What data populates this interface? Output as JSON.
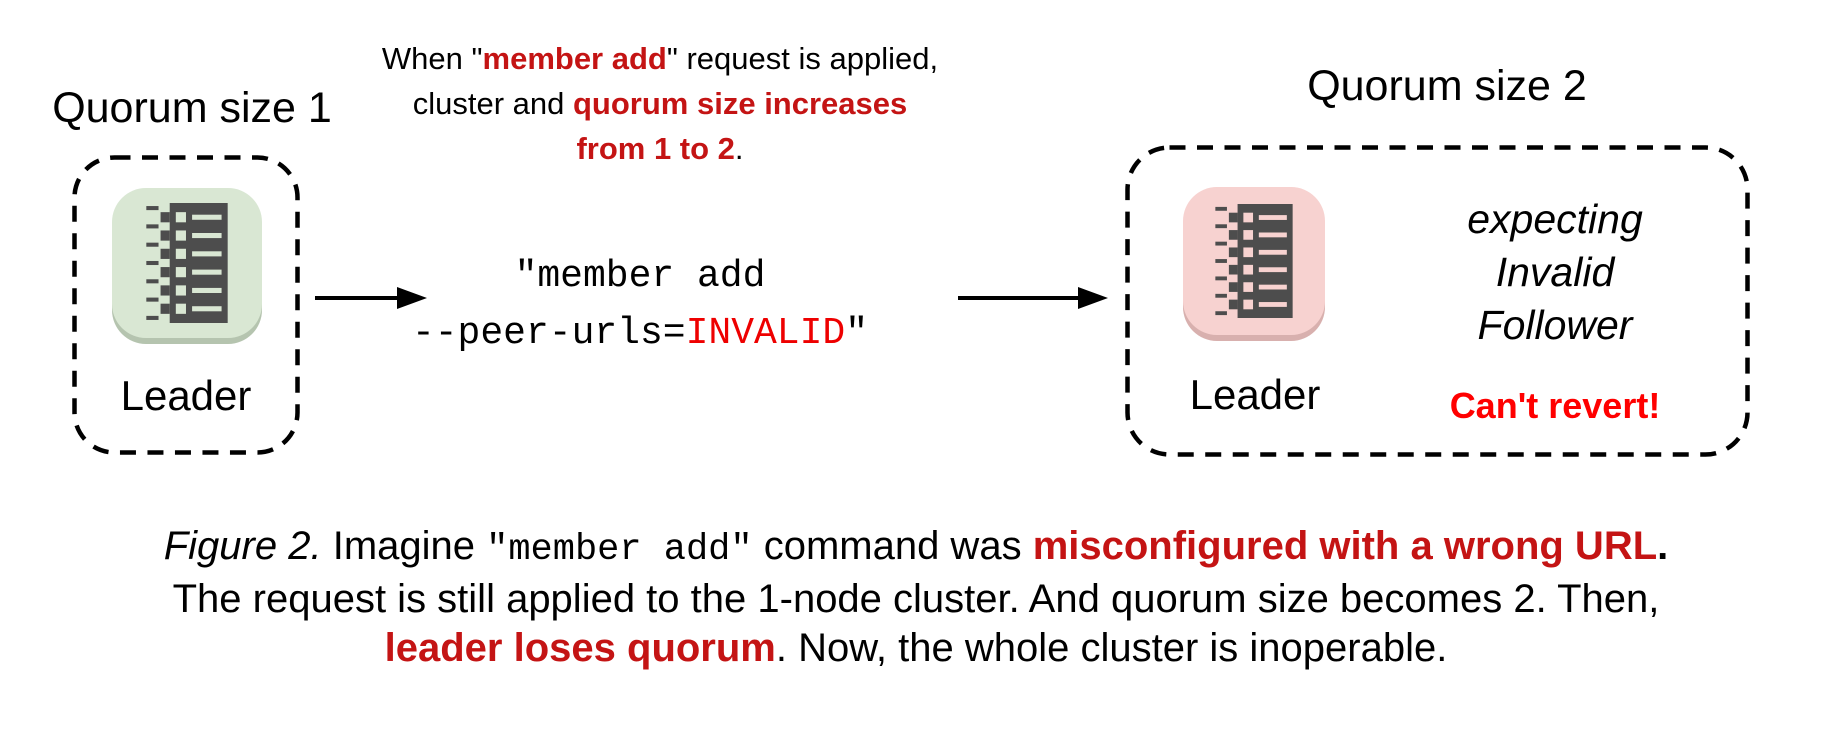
{
  "colors": {
    "red_bold": "#c41414",
    "red_invalid": "#ee0000",
    "red_warning": "#ff0000",
    "icon_dark": "#4d4d4d",
    "node_green": "#d9e7d3",
    "node_green_shadow": "#b5c4af",
    "node_pink": "#f7d2d0",
    "node_pink_shadow": "#d8b0ae"
  },
  "left_cluster": {
    "title": "Quorum size 1",
    "node_label": "Leader",
    "node_icon": "server-rack-icon"
  },
  "annotation": {
    "l1a": "When \"",
    "l1red": "member add",
    "l1b": "\" request is applied,",
    "l2a": "cluster and ",
    "l2red": "quorum size increases",
    "l3red": "from 1 to 2",
    "l3b": "."
  },
  "command": {
    "l1": "\"member add",
    "l2a": "--peer-urls=",
    "l2red": "INVALID",
    "l2b": "\""
  },
  "right_cluster": {
    "title": "Quorum size 2",
    "node_label": "Leader",
    "node_icon": "server-rack-icon",
    "expecting_line1": "expecting",
    "expecting_line2": "Invalid",
    "expecting_line3": "Follower",
    "warning": "Can't revert!"
  },
  "caption": {
    "fig": "Figure 2.",
    "l1a": " Imagine ",
    "l1mono": "\"member add\"",
    "l1b": " command was ",
    "l1red": "misconfigured with a wrong URL",
    "l1c": ".",
    "l2": "The request is still applied to the 1-node cluster. And quorum size becomes 2. Then,",
    "l3red": "leader loses quorum",
    "l3b": ". Now, the whole cluster is inoperable."
  }
}
